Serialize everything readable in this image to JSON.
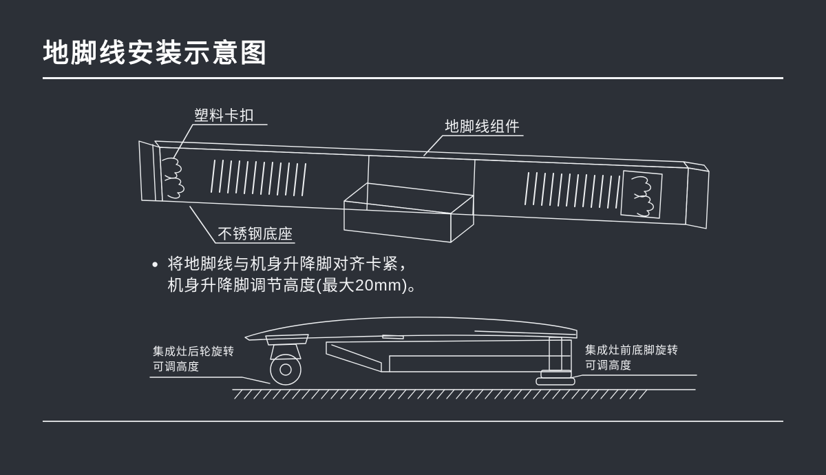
{
  "page": {
    "title": "地脚线安装示意图"
  },
  "diagram_top": {
    "labels": {
      "plastic_clip": "塑料卡扣",
      "assembly": "地脚线组件",
      "steel_base": "不锈钢底座"
    }
  },
  "note": {
    "bullet": "●",
    "line1": "将地脚线与机身升降脚对齐卡紧，",
    "line2": "机身升降脚调节高度(最大20mm)。"
  },
  "diagram_bottom": {
    "labels": {
      "rear_wheel_line1": "集成灶后轮旋转",
      "rear_wheel_line2": "可调高度",
      "front_foot_line1": "集成灶前底脚旋转",
      "front_foot_line2": "可调高度"
    }
  },
  "colors": {
    "background": "#2c3037",
    "line": "#eef0f2"
  }
}
